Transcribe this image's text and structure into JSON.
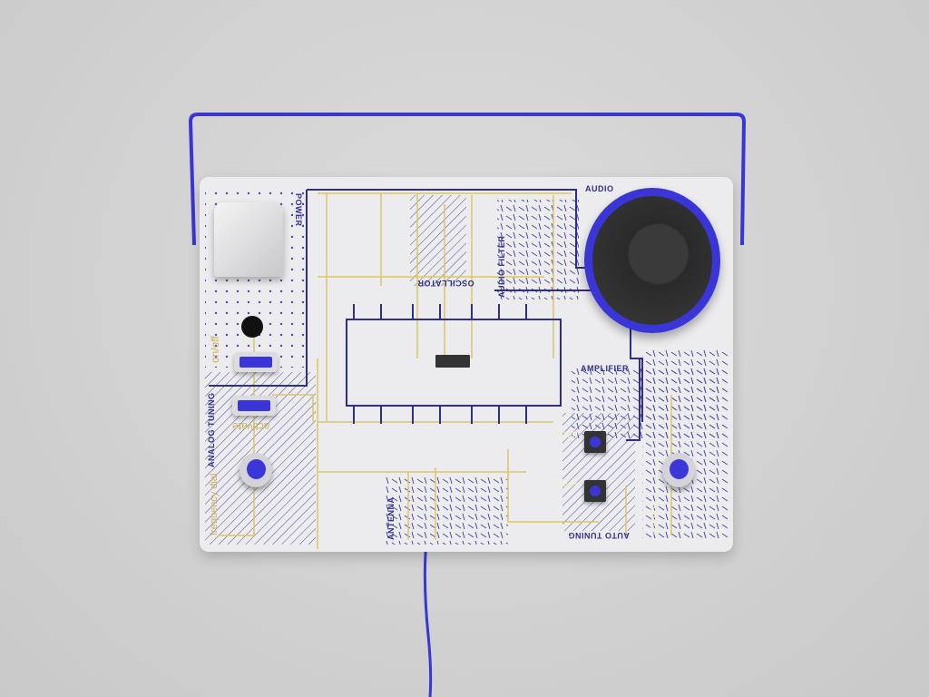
{
  "colors": {
    "accent": "#3a35d6",
    "trace_gold": "#d9c66a",
    "trace_navy": "#2f2f8a",
    "board": "#ececee"
  },
  "labels": {
    "power": "POWER",
    "on_off": "on/off",
    "analog_tuning": "ANALOG TUNING",
    "activate": "activate",
    "frequency_dial": "frequency dial",
    "oscillator": "OSCILLATOR",
    "audio_filter": "AUDIO FILTER",
    "audio": "AUDIO",
    "amplifier": "AMPLIFIER",
    "antenna": "ANTENNA",
    "auto_tuning": "AUTO TUNING",
    "scan": "scan",
    "reset": "reset",
    "volume": "volume"
  }
}
